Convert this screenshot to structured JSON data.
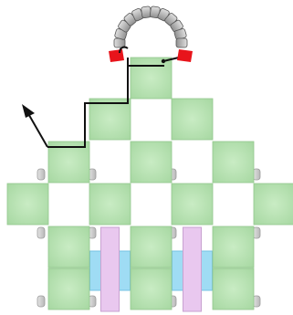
{
  "colors": {
    "background": "#ffffff",
    "block_fill": "#a9d9a4",
    "block_center": "#c9ecc4",
    "block_stroke": "#92c78d",
    "pink_pillar": "#e9c8ef",
    "pink_pillar_stroke": "#c8a2d0",
    "blue_pad": "#9fdcf4",
    "blue_pad_stroke": "#76c2e3",
    "gray_peg": "#cfcfcf",
    "gray_peg_stroke": "#9c9c9c",
    "path_line": "#111111",
    "red_bracket": "#e8141b",
    "dark_link": "#555555"
  },
  "board": {
    "blocks": [
      {
        "id": "top",
        "col": 3,
        "row": 0
      },
      {
        "id": "r1-left",
        "col": 2,
        "row": 1
      },
      {
        "id": "r1-right",
        "col": 4,
        "row": 1
      },
      {
        "id": "r2-a",
        "col": 1,
        "row": 2
      },
      {
        "id": "r2-b",
        "col": 3,
        "row": 2
      },
      {
        "id": "r2-c",
        "col": 5,
        "row": 2
      },
      {
        "id": "r3-a",
        "col": 0,
        "row": 3
      },
      {
        "id": "r3-b",
        "col": 2,
        "row": 3
      },
      {
        "id": "r3-c",
        "col": 4,
        "row": 3
      },
      {
        "id": "r3-d",
        "col": 6,
        "row": 3
      },
      {
        "id": "r4-a",
        "col": 1,
        "row": 4
      },
      {
        "id": "r4-b",
        "col": 3,
        "row": 4
      },
      {
        "id": "r4-c",
        "col": 5,
        "row": 4
      },
      {
        "id": "r5-a",
        "col": 1,
        "row": 5
      },
      {
        "id": "r5-b",
        "col": 3,
        "row": 5
      },
      {
        "id": "r5-c",
        "col": 5,
        "row": 5
      }
    ],
    "pillars": [
      {
        "id": "left",
        "col": 2
      },
      {
        "id": "right",
        "col": 4
      }
    ],
    "chain_link_count": 12,
    "path_moves": [
      "up",
      "right",
      "up",
      "right",
      "up",
      "right"
    ]
  }
}
